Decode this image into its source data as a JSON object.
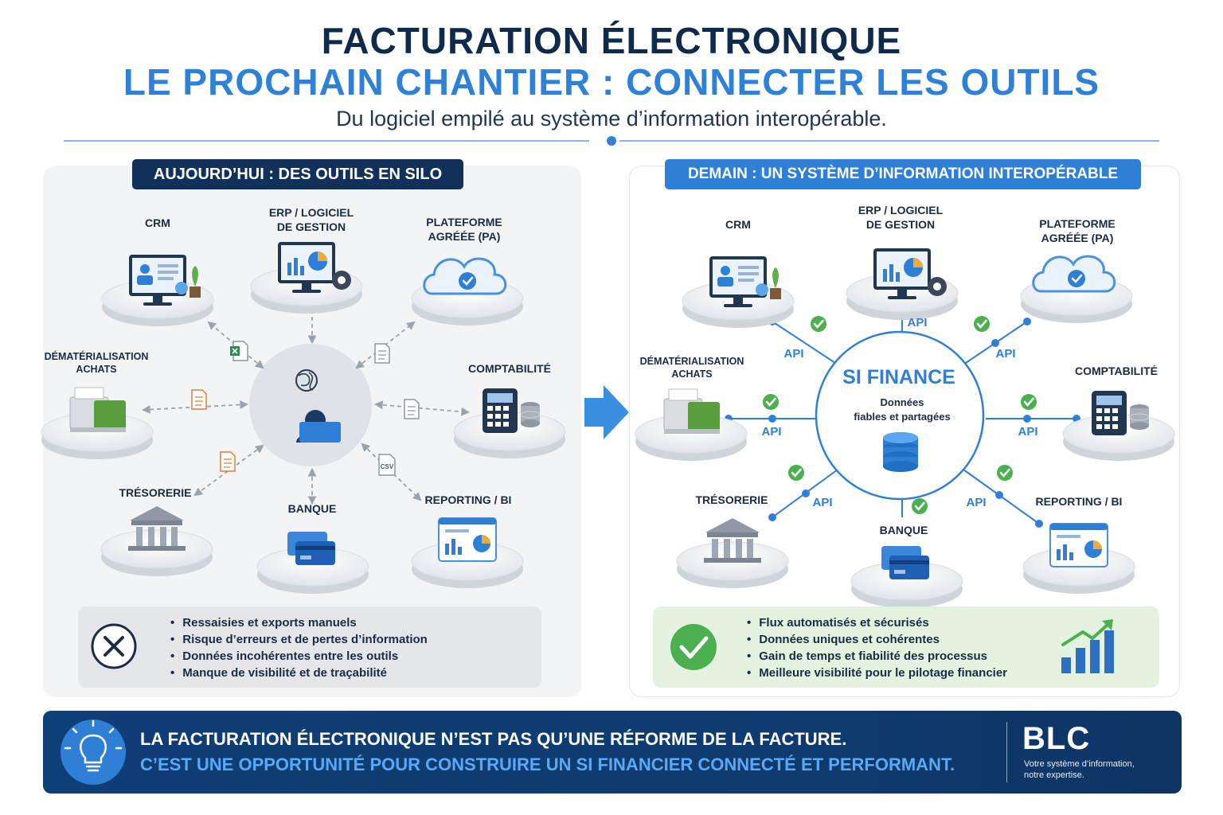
{
  "header": {
    "title_line1": "FACTURATION ÉLECTRONIQUE",
    "title_line2": "LE PROCHAIN CHANTIER : CONNECTER LES OUTILS",
    "subtitle": "Du logiciel empilé au système d’information interopérable."
  },
  "left_panel": {
    "title": "AUJOURD’HUI : DES OUTILS EN SILO",
    "nodes": {
      "crm": "CRM",
      "erp_l1": "ERP / LOGICIEL",
      "erp_l2": "DE GESTION",
      "pa_l1": "PLATEFORME",
      "pa_l2": "AGRÉÉE (PA)",
      "dema_l1": "DÉMATÉRIALISATION",
      "dema_l2": "ACHATS",
      "compta": "COMPTABILITÉ",
      "treso": "TRÉSORERIE",
      "banque": "BANQUE",
      "reporting": "REPORTING / BI"
    },
    "csv_label": "CSV",
    "issues": [
      "Ressaisies et exports manuels",
      "Risque d’erreurs et de pertes d’information",
      "Données incohérentes entre les outils",
      "Manque de visibilité et de traçabilité"
    ]
  },
  "right_panel": {
    "title": "DEMAIN : UN SYSTÈME D’INFORMATION INTEROPÉRABLE",
    "hub_title": "SI FINANCE",
    "hub_sub_l1": "Données",
    "hub_sub_l2": "fiables et partagées",
    "api_label": "API",
    "nodes": {
      "crm": "CRM",
      "erp_l1": "ERP / LOGICIEL",
      "erp_l2": "DE GESTION",
      "pa_l1": "PLATEFORME",
      "pa_l2": "AGRÉÉE (PA)",
      "dema_l1": "DÉMATÉRIALISATION",
      "dema_l2": "ACHATS",
      "compta": "COMPTABILITÉ",
      "treso": "TRÉSORERIE",
      "banque": "BANQUE",
      "reporting": "REPORTING / BI"
    },
    "benefits": [
      "Flux automatisés et sécurisés",
      "Données uniques et cohérentes",
      "Gain de temps et fiabilité des processus",
      "Meilleure visibilité pour le pilotage financier"
    ]
  },
  "banner": {
    "line1": "LA FACTURATION ÉLECTRONIQUE N’EST PAS QU’UNE RÉFORME DE LA FACTURE.",
    "line2": "C’EST UNE OPPORTUNITÉ POUR CONSTRUIRE UN SI FINANCIER CONNECTÉ ET PERFORMANT.",
    "logo": "BLC",
    "tagline_l1": "Votre système d’information,",
    "tagline_l2": "notre expertise."
  },
  "colors": {
    "navy": "#11315a",
    "accent_blue": "#2f7fd6",
    "success_green": "#4caf50",
    "banner_bg": "#0f3f77"
  }
}
